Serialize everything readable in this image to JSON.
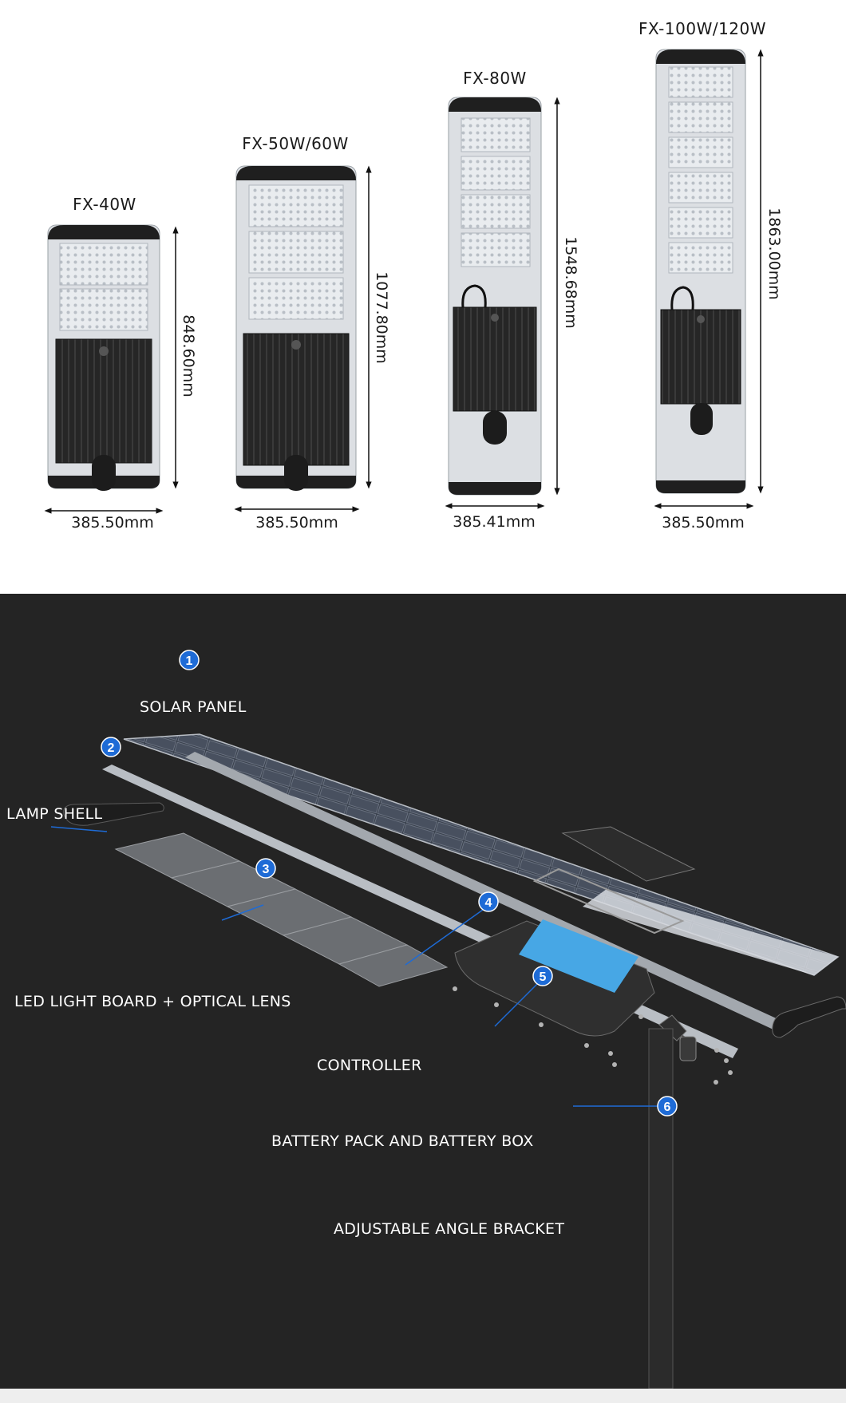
{
  "models": [
    {
      "name": "FX-40W",
      "width": "385.50mm",
      "height": "848.60mm"
    },
    {
      "name": "FX-50W/60W",
      "width": "385.50mm",
      "height": "1077.80mm"
    },
    {
      "name": "FX-80W",
      "width": "385.41mm",
      "height": "1548.68mm"
    },
    {
      "name": "FX-100W/120W",
      "width": "385.50mm",
      "height": "1863.00mm"
    }
  ],
  "components": [
    {
      "number": "1",
      "label": "SOLAR PANEL"
    },
    {
      "number": "2",
      "label": "LAMP SHELL"
    },
    {
      "number": "3",
      "label": "LED LIGHT BOARD + OPTICAL LENS"
    },
    {
      "number": "4",
      "label": "CONTROLLER"
    },
    {
      "number": "5",
      "label": "BATTERY PACK AND BATTERY BOX"
    },
    {
      "number": "6",
      "label": "ADJUSTABLE ANGLE BRACKET"
    }
  ],
  "colors": {
    "badge": "#1e6bd6",
    "dark_bg": "#242424",
    "lamp_body": "#dcdfe3",
    "housing": "#2b2b2b"
  }
}
